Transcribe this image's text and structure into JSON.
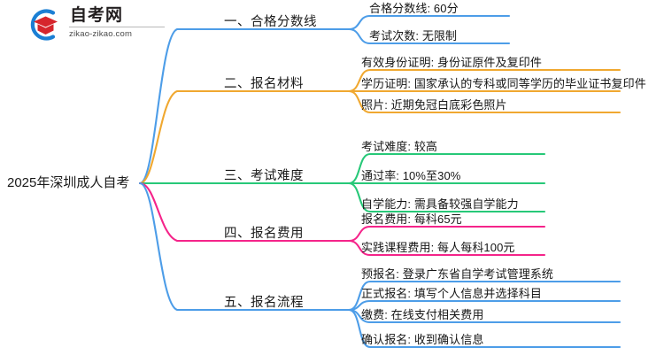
{
  "logo": {
    "name_cn": "自考网",
    "name_en": "zikao-zikao.com",
    "mark": "graduation-cap-in-circle"
  },
  "colors": {
    "blue": "#4D9DE8",
    "orange": "#F0A830",
    "green": "#27C878",
    "pink": "#F5248A",
    "text": "#1a1a1a",
    "background": "#ffffff"
  },
  "mindmap": {
    "root": {
      "label": "2025年深圳成人自考"
    },
    "branches": [
      {
        "label": "一、合格分数线",
        "color": "#4D9DE8",
        "leaves": [
          {
            "label": "合格分数线: 60分"
          },
          {
            "label": "考试次数: 无限制"
          }
        ]
      },
      {
        "label": "二、报名材料",
        "color": "#F0A830",
        "leaves": [
          {
            "label": "有效身份证明: 身份证原件及复印件"
          },
          {
            "label": "学历证明: 国家承认的专科或同等学历的毕业证书复印件"
          },
          {
            "label": "照片: 近期免冠白底彩色照片"
          }
        ]
      },
      {
        "label": "三、考试难度",
        "color": "#27C878",
        "leaves": [
          {
            "label": "考试难度: 较高"
          },
          {
            "label": "通过率: 10%至30%"
          },
          {
            "label": "自学能力: 需具备较强自学能力"
          }
        ]
      },
      {
        "label": "四、报名费用",
        "color": "#F5248A",
        "leaves": [
          {
            "label": "报名费用: 每科65元"
          },
          {
            "label": "实践课程费用: 每人每科100元"
          }
        ]
      },
      {
        "label": "五、报名流程",
        "color": "#4D9DE8",
        "leaves": [
          {
            "label": "预报名: 登录广东省自学考试管理系统"
          },
          {
            "label": "正式报名: 填写个人信息并选择科目"
          },
          {
            "label": "缴费: 在线支付相关费用"
          },
          {
            "label": "确认报名: 收到确认信息"
          }
        ]
      }
    ]
  }
}
